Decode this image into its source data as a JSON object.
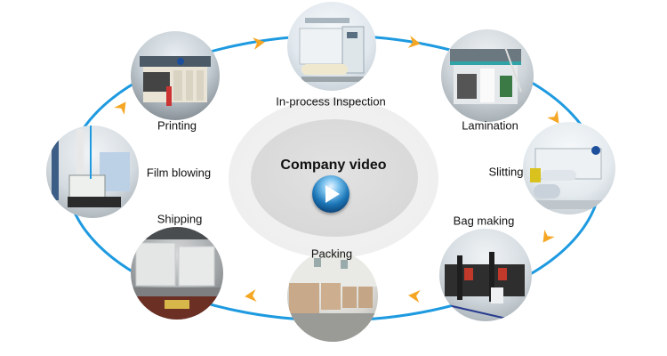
{
  "center": {
    "title": "Company video",
    "play_icon": "play-button-icon"
  },
  "steps": [
    {
      "id": "printing",
      "label": "Printing",
      "photo": "printing-machine-photo"
    },
    {
      "id": "inspection",
      "label": "In-process Inspection",
      "photo": "inspection-machine-photo"
    },
    {
      "id": "lamination",
      "label": "Lamination",
      "photo": "lamination-machine-photo"
    },
    {
      "id": "slitting",
      "label": "Slitting",
      "photo": "slitting-machine-photo"
    },
    {
      "id": "bag-making",
      "label": "Bag making",
      "photo": "bag-making-machine-photo"
    },
    {
      "id": "packing",
      "label": "Packing",
      "photo": "packed-pallets-photo"
    },
    {
      "id": "shipping",
      "label": "Shipping",
      "photo": "loaded-container-photo"
    },
    {
      "id": "film-blowing",
      "label": "Film blowing",
      "photo": "film-blowing-machine-photo"
    }
  ],
  "colors": {
    "cycle_line": "#1e9ae0",
    "arrow": "#f5a623",
    "outer_ellipse": "#f1f1f1",
    "inner_ellipse": "#dcdcdc"
  }
}
